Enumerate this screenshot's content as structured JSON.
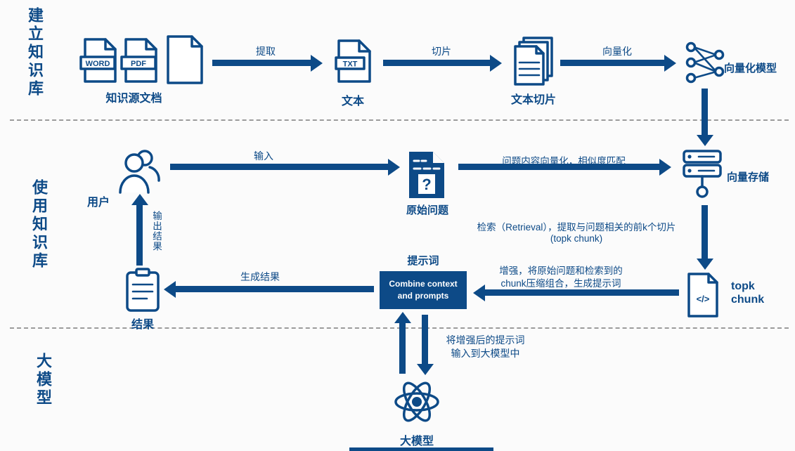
{
  "colors": {
    "primary": "#0d4a87",
    "background": "#fbfbfb",
    "divider": "#9b9b9b"
  },
  "sections": {
    "build": {
      "side_label": "建立知识库",
      "word_badge": "WORD",
      "pdf_badge": "PDF",
      "source_label": "知识源文档",
      "extract_arrow_label": "提取",
      "txt_badge": "TXT",
      "text_label": "文本",
      "slice_arrow_label": "切片",
      "chunks_label": "文本切片",
      "vectorize_arrow_label": "向量化",
      "vector_model_label": "向量化模型"
    },
    "use": {
      "side_label": "使用知识库",
      "user_label": "用户",
      "input_arrow_label": "输入",
      "question_glyph": "?",
      "question_label": "原始问题",
      "match_arrow_label": "问题内容向量化，相似度匹配",
      "vector_store_label": "向量存储",
      "retrieval_line1": "检索（Retrieval），提取与问题相关的前k个切片",
      "retrieval_line2": "(topk chunk)",
      "code_glyph": "</>",
      "topk_line1": "topk",
      "topk_line2": "chunk",
      "augment_line1": "增强，将原始问题和检索到的",
      "augment_line2": "chunk压缩组合，生成提示词",
      "prompt_title": "提示词",
      "combine_line1": "Combine context",
      "combine_line2": "and prompts",
      "generate_arrow_label": "生成结果",
      "result_label": "结果",
      "output_arrow_label": "输出结果"
    },
    "llm": {
      "side_label": "大模型",
      "feed_line1": "将增强后的提示词",
      "feed_line2": "输入到大模型中",
      "model_label": "大模型"
    }
  }
}
